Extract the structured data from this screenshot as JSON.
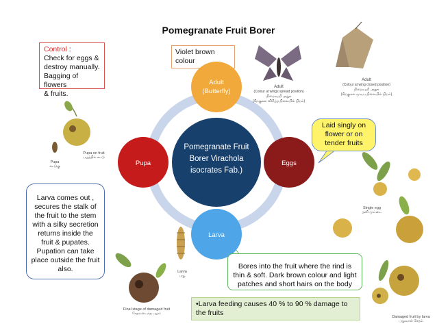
{
  "title": "Pomegranate Fruit Borer",
  "control": {
    "keyword": "Control",
    "suffix": " :",
    "lines": [
      "Check for eggs &",
      "destroy manually.",
      "Bagging of  flowers",
      "& fruits."
    ]
  },
  "violet_note": [
    "Violet brown",
    "colour"
  ],
  "laid_note": [
    "Laid singly on",
    "flower or on",
    "tender fruits"
  ],
  "larva_note": [
    "Larva comes out ,",
    "secures the stalk of",
    "the fruit to the stem",
    "with a silky secretion",
    "returns inside the",
    "fruit & pupates.",
    "Pupation can take",
    "place outside the fruit",
    "also."
  ],
  "bores_note": [
    "Bores into  the fruit where the rind is",
    "thin & soft. Dark brown colour and light",
    "patches and short hairs on the body"
  ],
  "damage_note": [
    "•Larva feeding causes  40 % to 90 % damage to",
    "the fruits"
  ],
  "cycle": {
    "center": [
      "Pomegranate Fruit",
      "Borer Virachola",
      "isocrates Fab.)"
    ],
    "adult": [
      "Adult",
      "(Butterfly)"
    ],
    "eggs": "Eggs",
    "larva": "Larva",
    "pupa": "Pupa"
  },
  "image_captions": {
    "adult_open": [
      "Adult",
      "(Colour at wings spread position)",
      "நிறைவு.றி அநுு",
      "(சிறகுகள விரித்த நிலையில் நிறம்)"
    ],
    "adult_closed": [
      "Adult",
      "(Colour at wing closed position)",
      "நிறைவு.றி அநுு",
      "(சிறகுகள மூடிய நிலையில் நிறம்)"
    ],
    "pupa": [
      "Pupa",
      "கூ.டுகு"
    ],
    "pupa_fruit": [
      "Pupa on fruit",
      "பழத்தில் கூ.டு"
    ],
    "single_egg": [
      "Single egg",
      "தனி முட்டை"
    ],
    "larva": [
      "Larva",
      "புழு"
    ],
    "final_stage": [
      "Final stage of damaged fruit",
      "சேதமடைந்த பழம்"
    ],
    "damaged_fruit": [
      "Damaged fruit by larva",
      "புழுவால் சேதம்"
    ]
  },
  "colors": {
    "ring": "#c9d5ea",
    "center": "#17406d",
    "adult": "#f2a93b",
    "eggs": "#8b1a1a",
    "larva": "#4ea5e8",
    "pupa": "#c61b1b",
    "laid_bg": "#fff36a"
  }
}
